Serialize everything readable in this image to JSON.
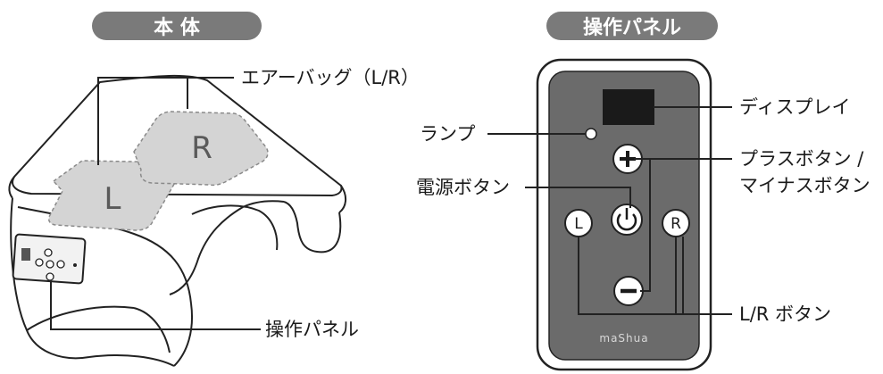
{
  "main_body": {
    "heading": "本 体",
    "airbag_left_letter": "L",
    "airbag_right_letter": "R",
    "callout_airbag": "エアーバッグ（L/R）",
    "callout_panel": "操作パネル"
  },
  "control_panel": {
    "heading": "操作パネル",
    "brand": "maShua",
    "button_left_letter": "L",
    "button_right_letter": "R",
    "callout_display": "ディスプレイ",
    "callout_lamp": "ランプ",
    "callout_power": "電源ボタン",
    "callout_plus_minus_line1": "プラスボタン /",
    "callout_plus_minus_line2": "マイナスボタン",
    "callout_lr": "L/R ボタン"
  },
  "colors": {
    "pill": "#7a7a7a",
    "panel_body": "#6b6b6b",
    "airbag_fill": "#d4d4d4",
    "display": "#1a1a1a"
  }
}
